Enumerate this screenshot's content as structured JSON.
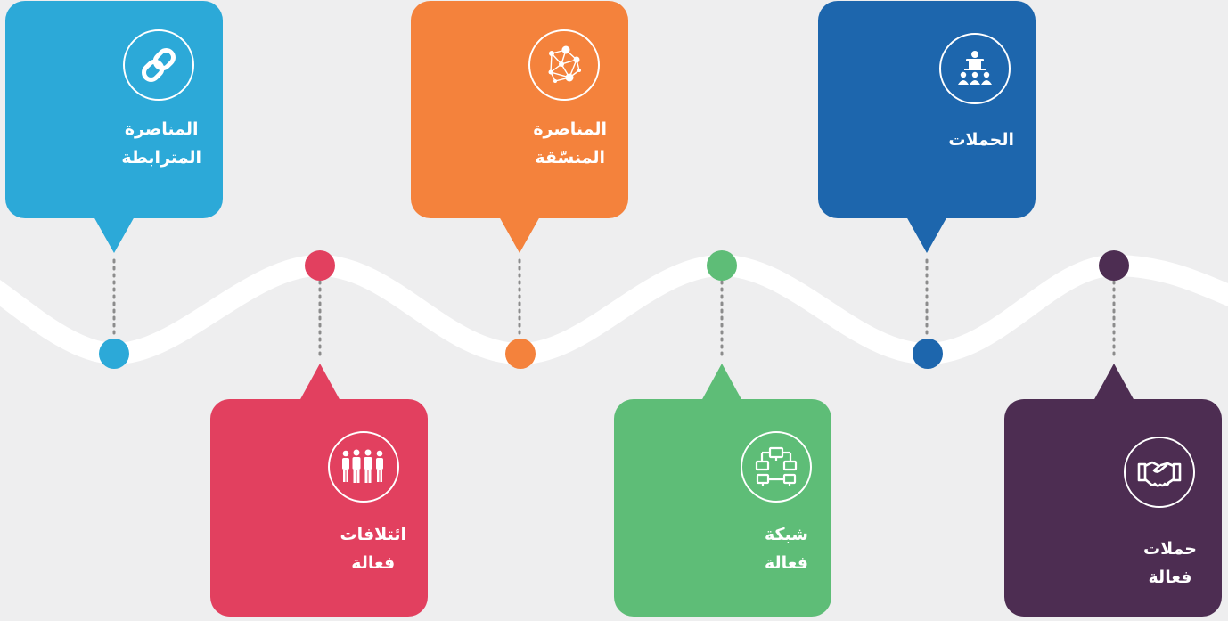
{
  "colors": {
    "background": "#eeeeef",
    "wave": "#ffffff",
    "dots": "#8c8c8c",
    "sky": "#2ca9d8",
    "orange": "#f4823c",
    "blue": "#1d66ad",
    "red": "#e2405f",
    "green": "#5ebd77",
    "purple": "#4d2d52"
  },
  "cards": {
    "linked_advocacy": {
      "line1": "المناصرة",
      "line2": "المترابطة",
      "icon": "link-chain-icon",
      "color": "sky"
    },
    "coordinated_advocacy": {
      "line1": "المناصرة",
      "line2": "المنسّقة",
      "icon": "network-nodes-icon",
      "color": "orange"
    },
    "campaigns": {
      "line1": "الحملات",
      "icon": "presenter-audience-icon",
      "color": "blue"
    },
    "effective_coalitions": {
      "line1": "ائتلافات",
      "line2": "فعالة",
      "icon": "people-group-icon",
      "color": "red"
    },
    "effective_network": {
      "line1": "شبكة",
      "line2": "فعالة",
      "icon": "computer-network-icon",
      "color": "green"
    },
    "effective_campaigns": {
      "line1": "حملات",
      "line2": "فعالة",
      "icon": "handshake-icon",
      "color": "purple"
    }
  }
}
